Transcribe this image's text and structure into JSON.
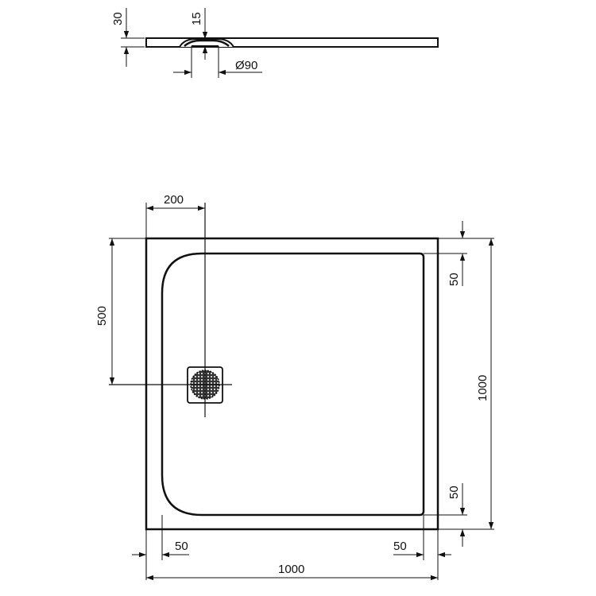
{
  "drawing": {
    "subject": "Square shower tray technical drawing",
    "line_color": "#111111",
    "background": "#ffffff"
  },
  "side_view": {
    "thickness_label": "30",
    "drain_depth_label": "15",
    "drain_diameter_label": "Ø90"
  },
  "plan_view": {
    "drain_offset_x_label": "200",
    "drain_offset_y_label": "500",
    "width_label": "1000",
    "depth_label": "1000",
    "rim_left_label": "50",
    "rim_right_label": "50",
    "rim_top_label": "50",
    "rim_bottom_label": "50"
  }
}
